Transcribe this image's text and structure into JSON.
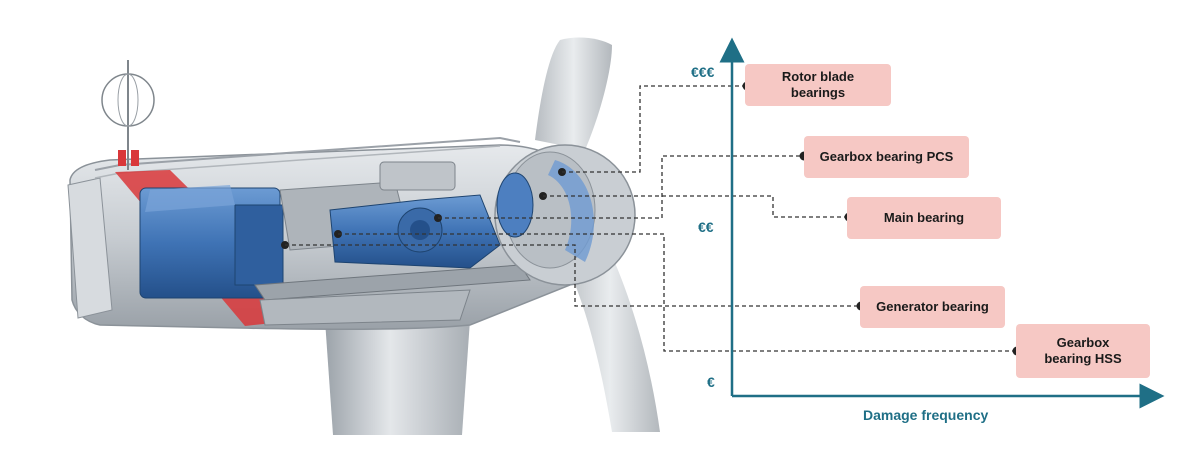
{
  "axis": {
    "x_label": "Damage frequency",
    "y_ticks": [
      "€€€",
      "€€",
      "€"
    ],
    "color": "#1f6f86"
  },
  "labels": [
    {
      "text": "Rotor blade bearings"
    },
    {
      "text": "Gearbox bearing PCS"
    },
    {
      "text": "Main bearing"
    },
    {
      "text": "Generator bearing"
    },
    {
      "text": "Gearbox bearing HSS"
    }
  ],
  "colors": {
    "label_fill": "#f6c8c4",
    "generator_blue": "#3f73b5",
    "nacelle_grey": "#c9ced3",
    "highlight_red": "#d9373a"
  }
}
